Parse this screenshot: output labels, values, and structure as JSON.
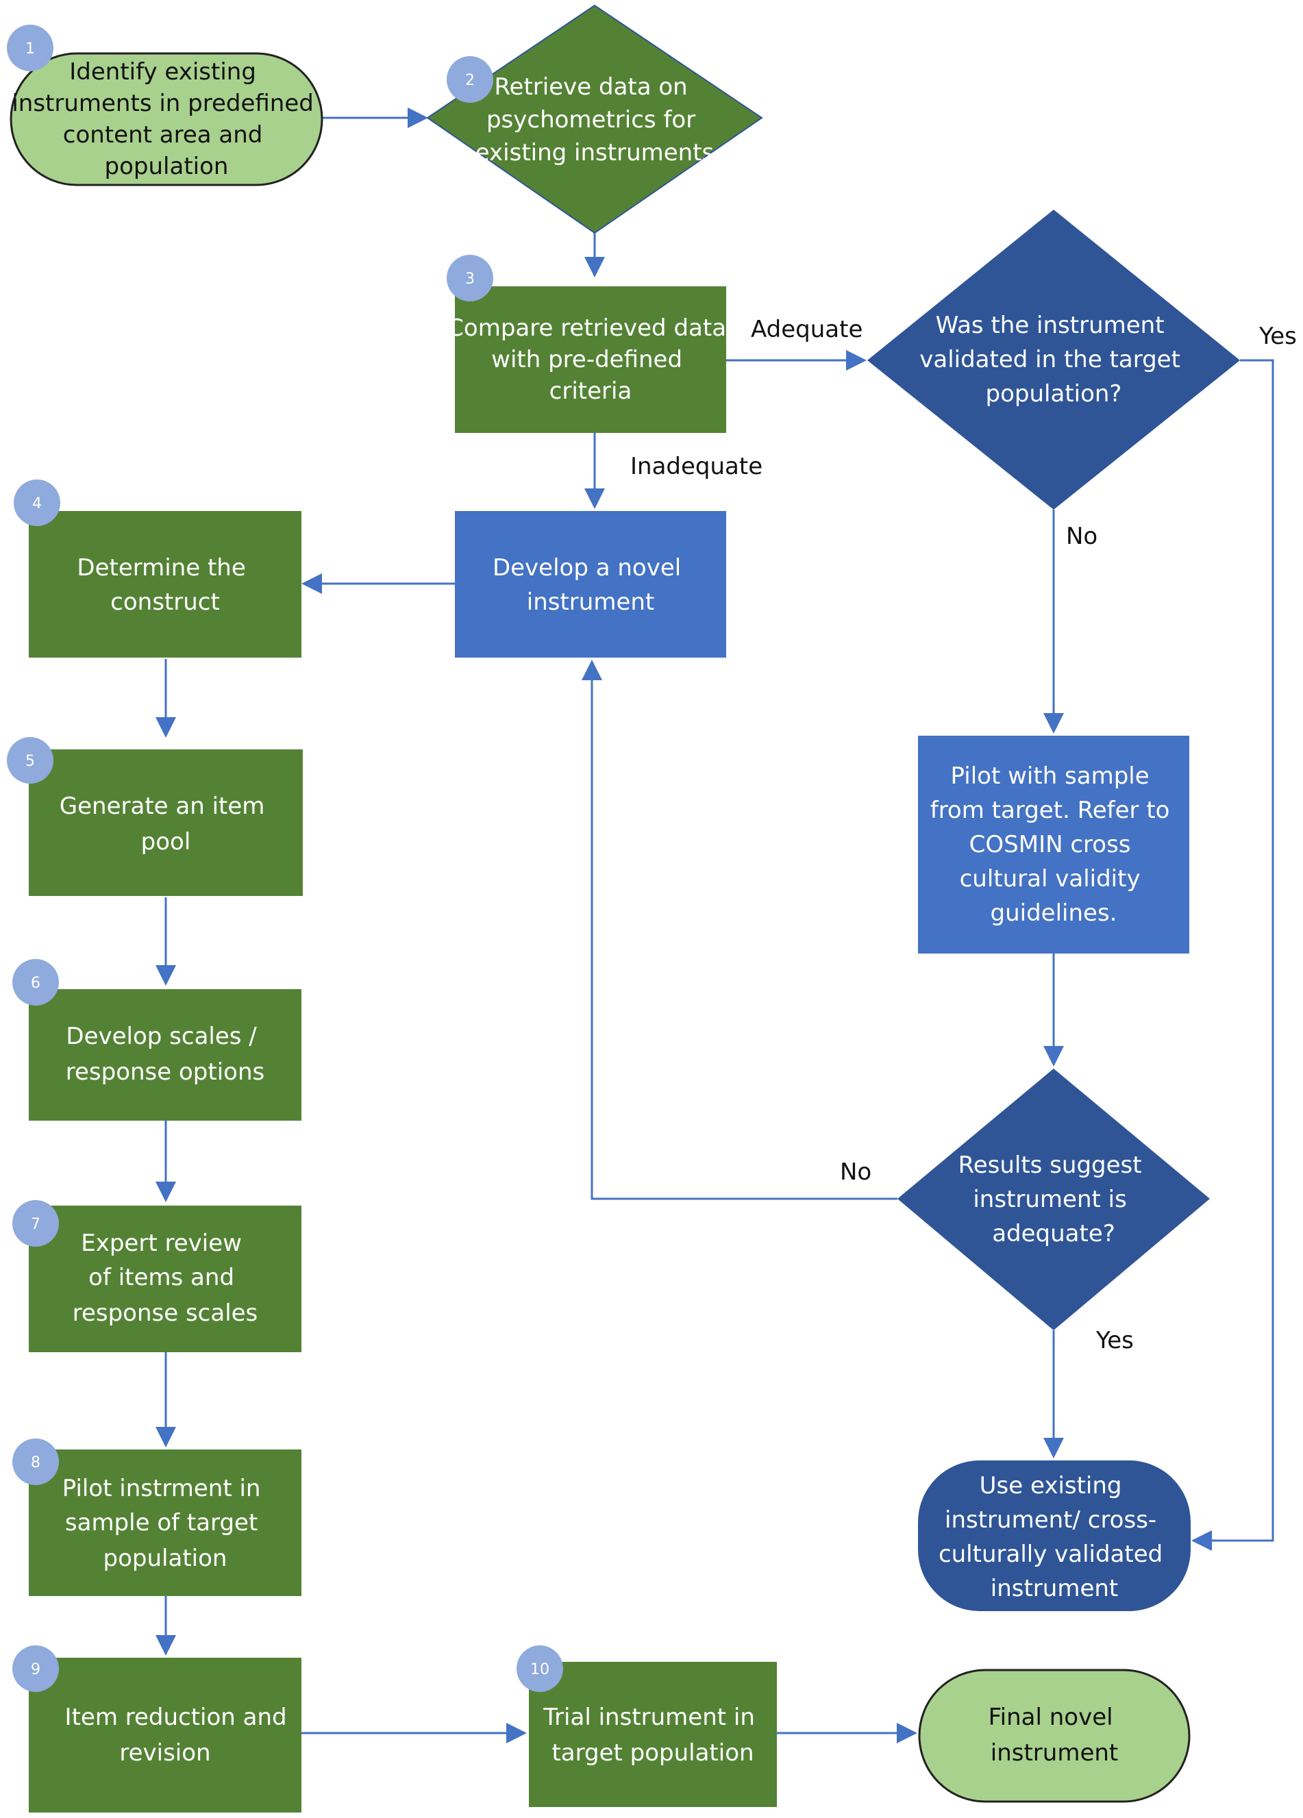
{
  "colors": {
    "green_dark": "#548235",
    "green_light": "#A9D18E",
    "blue_box": "#4472C4",
    "blue_diamond": "#2F5597",
    "badge": "#8FAADC",
    "arrow": "#4472C4"
  },
  "nodes": {
    "n1": {
      "badge": "1",
      "lines": [
        "Identify existing",
        "instruments in predefined",
        "content area and",
        "population"
      ]
    },
    "n2": {
      "badge": "2",
      "lines": [
        "Retrieve data on",
        "psychometrics for",
        "existing instruments"
      ]
    },
    "n3": {
      "badge": "3",
      "lines": [
        "Compare retrieved data",
        "with pre-defined",
        "criteria"
      ]
    },
    "d_validated": {
      "lines": [
        "Was the instrument",
        "validated in the target",
        "population?"
      ]
    },
    "novel": {
      "lines": [
        "Develop a novel",
        "instrument"
      ]
    },
    "n4": {
      "badge": "4",
      "lines": [
        "Determine the",
        "construct"
      ]
    },
    "n5": {
      "badge": "5",
      "lines": [
        "Generate an item",
        "pool"
      ]
    },
    "n6": {
      "badge": "6",
      "lines": [
        "Develop scales /",
        "response options"
      ]
    },
    "n7": {
      "badge": "7",
      "lines": [
        "Expert review",
        "of items and",
        "response scales"
      ]
    },
    "n8": {
      "badge": "8",
      "lines": [
        "Pilot instrment in",
        "sample of target",
        "population"
      ]
    },
    "n9": {
      "badge": "9",
      "lines": [
        "Item reduction and",
        "revision"
      ]
    },
    "n10": {
      "badge": "10",
      "lines": [
        "Trial instrument in",
        "target population"
      ]
    },
    "final": {
      "lines": [
        "Final novel",
        "instrument"
      ]
    },
    "pilot": {
      "lines": [
        "Pilot with sample",
        "from target. Refer to",
        "COSMIN cross",
        "cultural validity",
        "guidelines."
      ]
    },
    "d_results": {
      "lines": [
        "Results suggest",
        "instrument is",
        "adequate?"
      ]
    },
    "use_existing": {
      "lines": [
        "Use existing",
        "instrument/ cross-",
        "culturally validated",
        "instrument"
      ]
    }
  },
  "edge_labels": {
    "adequate": "Adequate",
    "inadequate": "Inadequate",
    "yes_top": "Yes",
    "no_validated": "No",
    "no_results": "No",
    "yes_results": "Yes"
  }
}
